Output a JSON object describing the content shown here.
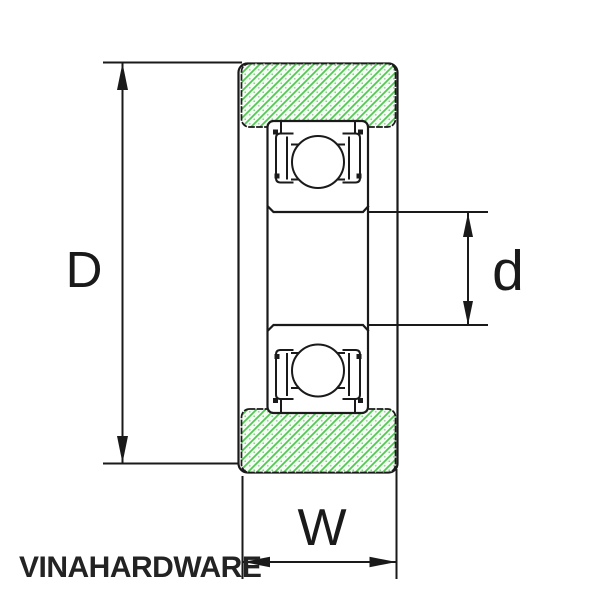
{
  "diagram": {
    "type": "ball-bearing-cross-section",
    "labels": {
      "outer_diameter": "D",
      "inner_diameter": "d",
      "width": "W"
    },
    "watermark": "VINAHARDWARE",
    "colors": {
      "line": "#1a1a1a",
      "hatch_line": "#4fc94f",
      "hatch_background": "#f4fdf4",
      "hatch_dot_green": "#7bc87b",
      "hatch_dot_gray": "#a9b9a9"
    }
  }
}
